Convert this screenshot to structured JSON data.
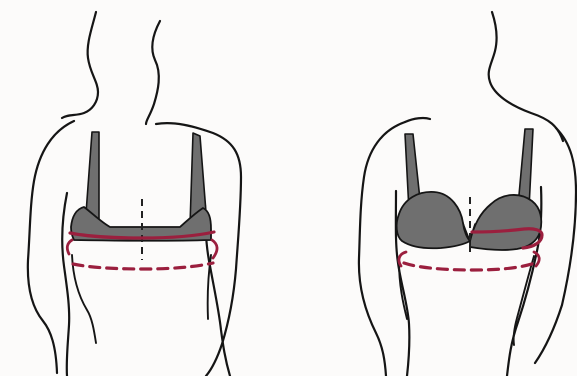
{
  "colors": {
    "background": "#fcfbfa",
    "outline": "#151515",
    "garment_fill": "#6f6f6f",
    "measure_line": "#9b1f3e",
    "guide_line": "#222222"
  },
  "figures": [
    {
      "view": "back",
      "garment": "bra-back-view",
      "measurements": [
        "upper-band-line",
        "underbust-line"
      ]
    },
    {
      "view": "front",
      "garment": "bra-front-view",
      "measurements": [
        "bust-line",
        "underbust-line"
      ]
    }
  ]
}
